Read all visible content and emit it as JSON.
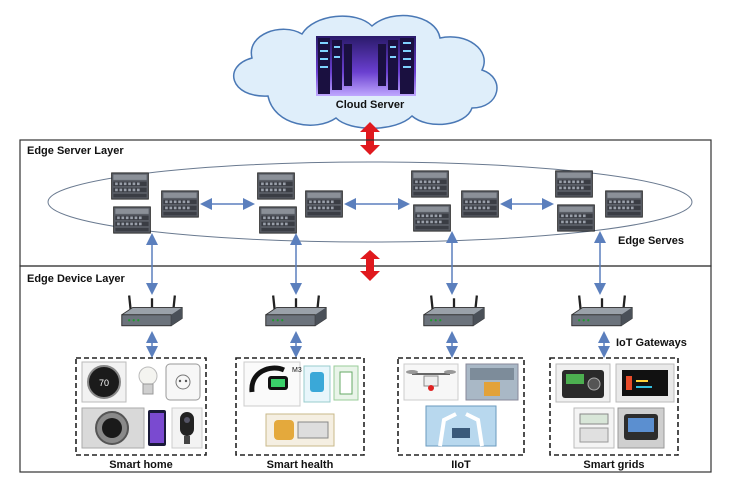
{
  "cloud": {
    "label": "Cloud Server"
  },
  "edge_server_layer": {
    "title": "Edge Server Layer",
    "servers_label": "Edge Serves"
  },
  "edge_device_layer": {
    "title": "Edge Device Layer",
    "gateways_label": "IoT Gateways"
  },
  "device_groups": [
    {
      "label": "Smart home"
    },
    {
      "label": "Smart health"
    },
    {
      "label": "IIoT"
    },
    {
      "label": "Smart grids"
    }
  ],
  "colors": {
    "link": "#5b7fbd",
    "link_arrow": "#e0191e",
    "cloud_fill": "#dfeefa",
    "cloud_stroke": "#4a78b5"
  },
  "device_icons": [
    [
      "thermostat-icon",
      "smart-bulb-icon",
      "smart-plug-icon",
      "nest-thermostat-icon",
      "smartphone-icon",
      "security-camera-icon"
    ],
    [
      "fitness-band-icon",
      "health-monitor-icon",
      "glucose-meter-icon"
    ],
    [
      "drone-icon",
      "factory-robot-icon",
      "industrial-robots-icon"
    ],
    [
      "energy-monitor-icon",
      "power-display-icon",
      "electric-meter-icon",
      "smart-meter-icon"
    ]
  ]
}
